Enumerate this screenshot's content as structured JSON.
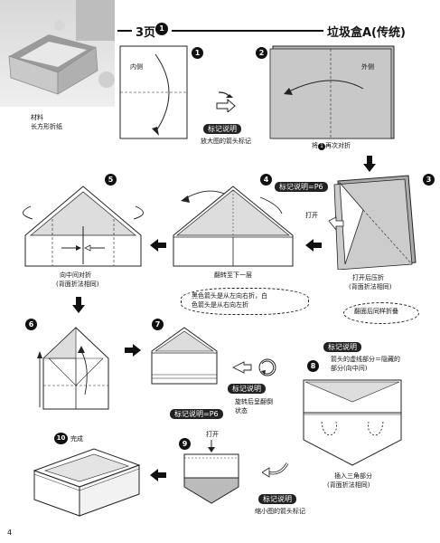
{
  "header": {
    "page": "3页",
    "page_badge": "1",
    "title": "垃圾盒A(传统)"
  },
  "materials": {
    "label": "材料",
    "value": "长方形折纸"
  },
  "steps": {
    "s1": {
      "num": "1",
      "inner_label": "内侧",
      "tag": "标记说明",
      "caption": "放大图的箭头标记"
    },
    "s2": {
      "num": "2",
      "outer_label": "外侧",
      "caption_pre": "将",
      "caption_num": "1",
      "caption_post": "再次对折"
    },
    "s3": {
      "num": "3",
      "open_label": "打开",
      "caption1": "打开后压折",
      "caption2": "(背面折法相同)",
      "bubble": "翻面后同样折叠"
    },
    "s4": {
      "num": "4",
      "tag": "标记说明=P6",
      "caption": "翻转至下一层"
    },
    "s5": {
      "num": "5",
      "caption1": "向中间对折",
      "caption2": "(背面折法相同)"
    },
    "note": {
      "line1": "黑色箭头是从左向右折，白",
      "line2": "色箭头是从右向左折"
    },
    "s6": {
      "num": "6"
    },
    "s7": {
      "num": "7",
      "tag": "标记说明",
      "caption1": "旋转后呈翻倒",
      "caption2": "状态"
    },
    "s8": {
      "num": "8",
      "tag": "标记说明",
      "desc1": "箭头的虚线部分＝隐藏的",
      "desc2": "部分(向中间)",
      "caption1": "插入三角部分",
      "caption2": "(背面折法相同)"
    },
    "s9": {
      "num": "9",
      "tag": "标记说明=P6",
      "open_label": "打开",
      "tag2": "标记说明",
      "caption": "缩小图的箭头标记"
    },
    "s10": {
      "num": "10",
      "label": "完成"
    }
  },
  "footer": {
    "page_number": "4"
  }
}
